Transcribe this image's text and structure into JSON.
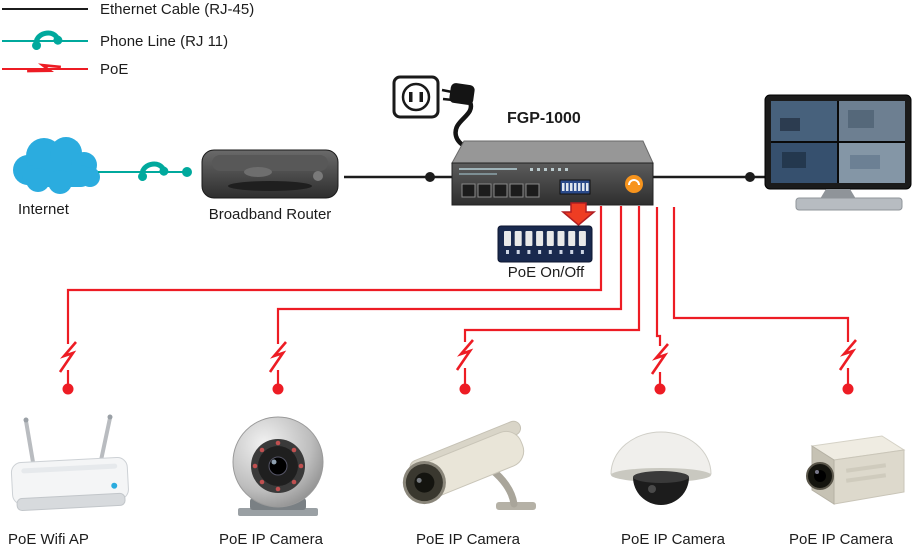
{
  "legend": {
    "items": [
      {
        "id": "ethernet",
        "label": "Ethernet Cable (RJ-45)",
        "color": "#1c1c1c"
      },
      {
        "id": "phone",
        "label": "Phone Line (RJ 11)",
        "color": "#00a99d"
      },
      {
        "id": "poe",
        "label": "PoE",
        "color": "#ed1c24"
      }
    ]
  },
  "nodes": {
    "internet": {
      "label": "Internet"
    },
    "broadband_router": {
      "label": "Broadband Router"
    },
    "poe_switch": {
      "label": "FGP-1000"
    },
    "dip_switch": {
      "label": "PoE On/Off"
    },
    "devices": [
      {
        "label": "PoE Wifi AP"
      },
      {
        "label": "PoE IP Camera"
      },
      {
        "label": "PoE IP Camera"
      },
      {
        "label": "PoE IP Camera"
      },
      {
        "label": "PoE IP Camera"
      }
    ]
  },
  "colors": {
    "ethernet_line": "#1c1c1c",
    "phone_line": "#00a99d",
    "poe_line": "#ed1c24",
    "internet_cloud": "#2bacdf"
  }
}
